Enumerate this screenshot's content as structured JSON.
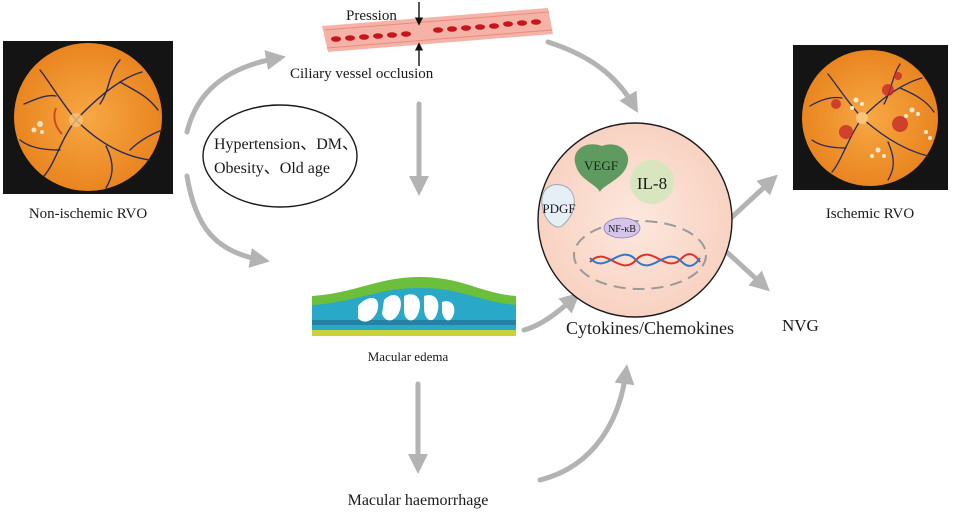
{
  "labels": {
    "non_ischemic": "Non-ischemic RVO",
    "ischemic": "Ischemic RVO",
    "pression": "Pression",
    "ciliary": "Ciliary vessel occlusion",
    "risk_line1": "Hypertension、DM、",
    "risk_line2": "Obesity、Old age",
    "macular_edema": "Macular edema",
    "macular_haemorrhage": "Macular haemorrhage",
    "cytokines": "Cytokines/Chemokines",
    "nvg": "NVG",
    "vegf": "VEGF",
    "il8": "IL-8",
    "pdgf": "PDGF",
    "nfkb": "NF-κB"
  },
  "colors": {
    "arrow": "#b3b3b3",
    "fundus": "#f2922a",
    "fundus_frame": "#141414",
    "vessel_wall": "#f5b3a8",
    "blood_cell": "#c4161c",
    "cytokine_circle": "#fbe0d4",
    "vegf": "#5f9a60",
    "il8": "#d7e6bf",
    "pdgf": "#e6eef6",
    "nfkb": "#d5c5e8",
    "edema_top": "#6bbf3a",
    "edema_mid": "#29a8c8",
    "edema_base": "#c8d23a"
  }
}
